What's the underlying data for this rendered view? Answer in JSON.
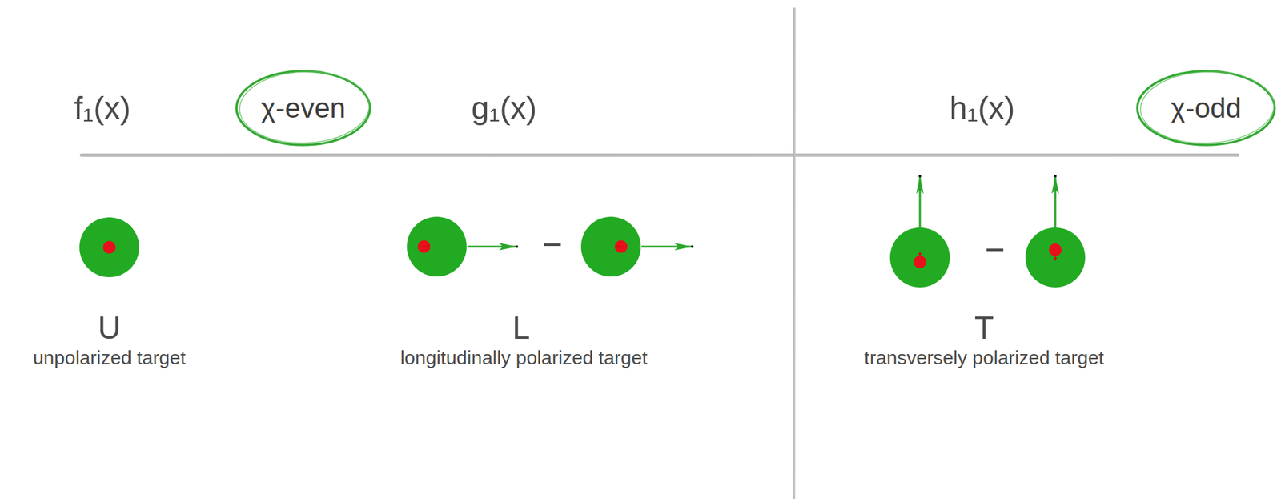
{
  "diagram": {
    "nodes": [
      {
        "text": [
          "χ-even"
        ]
      },
      {
        "text": [
          "χ-odd"
        ]
      }
    ],
    "labels": [
      "f₁(x)",
      "g₁(x)",
      "h₁(x)",
      "−",
      "−",
      "U",
      "unpolarized target",
      "L",
      "longitudinally polarized target",
      "T",
      "transversely polarized target"
    ]
  }
}
